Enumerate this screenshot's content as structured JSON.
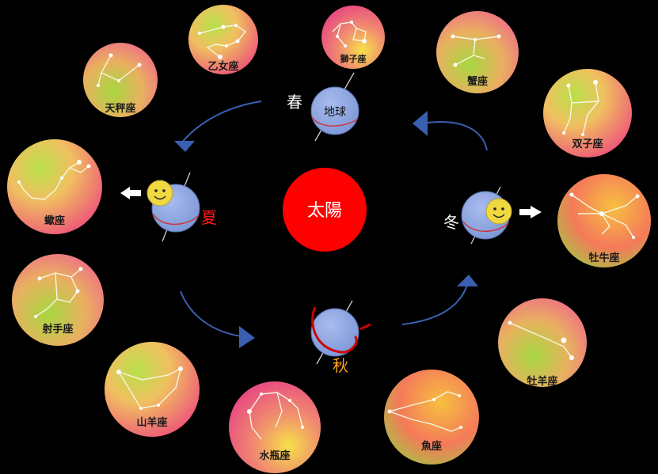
{
  "sun": {
    "label": "太陽",
    "color": "#ff0000"
  },
  "earth_label": "地球",
  "seasons": [
    {
      "id": "spring",
      "label": "春",
      "color": "#ffffff"
    },
    {
      "id": "summer",
      "label": "夏",
      "color": "#ff1a1a"
    },
    {
      "id": "autumn",
      "label": "秋",
      "color": "#ffa020"
    },
    {
      "id": "winter",
      "label": "冬",
      "color": "#ffffff"
    }
  ],
  "constellations": [
    {
      "id": "virgo",
      "label": "乙女座"
    },
    {
      "id": "leo",
      "label": "獅子座"
    },
    {
      "id": "cancer",
      "label": "蟹座"
    },
    {
      "id": "gemini",
      "label": "双子座"
    },
    {
      "id": "taurus",
      "label": "牡牛座"
    },
    {
      "id": "aries",
      "label": "牡羊座"
    },
    {
      "id": "pisces",
      "label": "魚座"
    },
    {
      "id": "aquarius",
      "label": "水瓶座"
    },
    {
      "id": "capricorn",
      "label": "山羊座"
    },
    {
      "id": "sagittarius",
      "label": "射手座"
    },
    {
      "id": "scorpio",
      "label": "蠍座"
    },
    {
      "id": "libra",
      "label": "天秤座"
    }
  ],
  "colors": {
    "earth": "#8aa3e0",
    "arrow": "#3a5fb0",
    "face": "#f0d840",
    "background": "#000000"
  }
}
